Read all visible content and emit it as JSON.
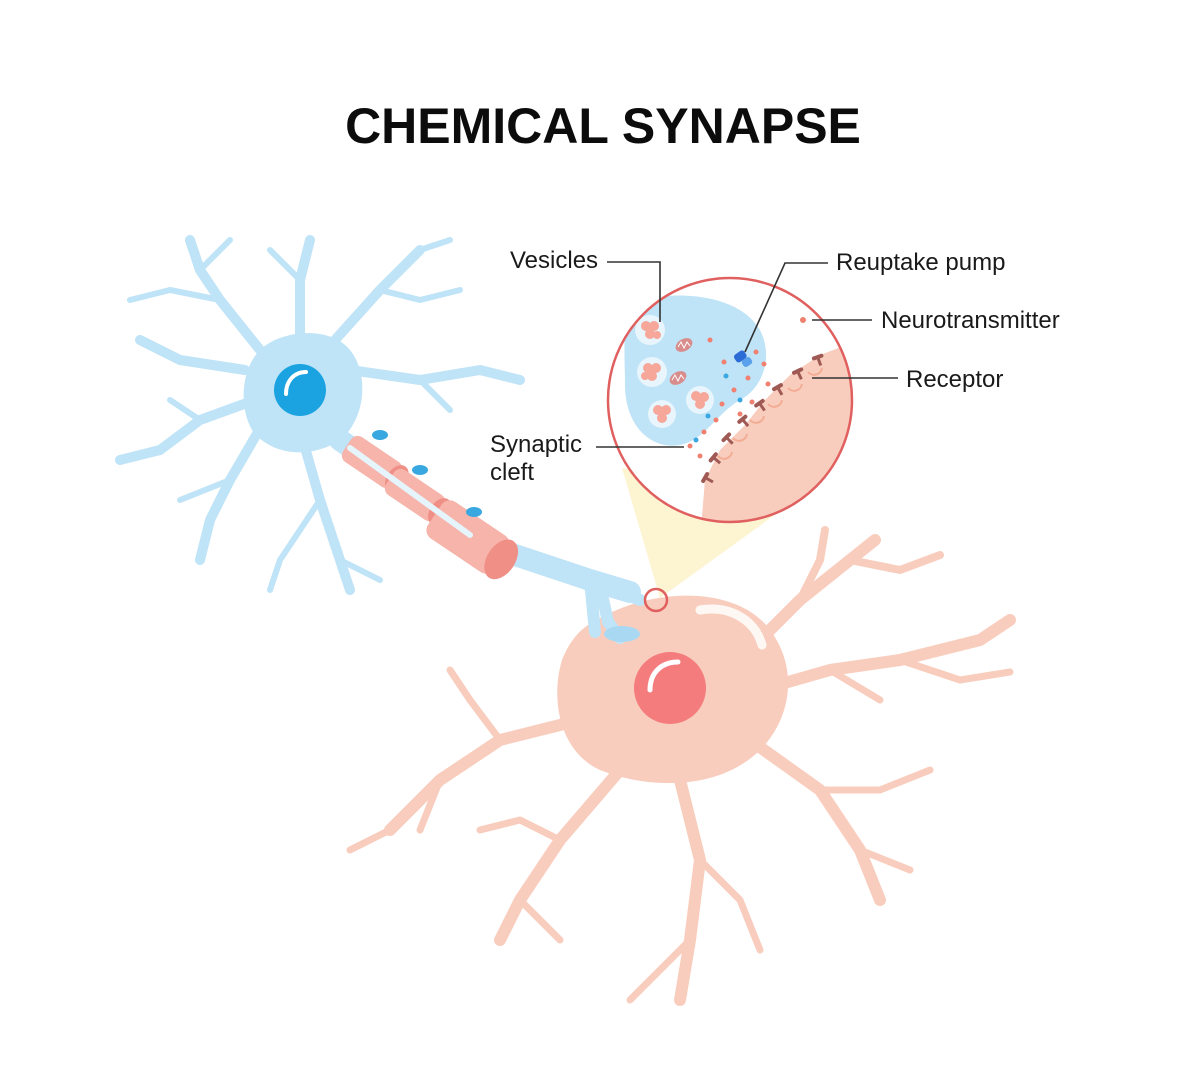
{
  "title": "CHEMICAL SYNAPSE",
  "labels": {
    "vesicles": "Vesicles",
    "reuptake_pump": "Reuptake pump",
    "neurotransmitter": "Neurotransmitter",
    "receptor": "Receptor",
    "synaptic_line1": "Synaptic",
    "synaptic_line2": "cleft"
  },
  "colors": {
    "presynaptic_neuron": "#bfe3f7",
    "presynaptic_nucleus": "#1aa3e0",
    "postsynaptic_neuron": "#f9cdbd",
    "postsynaptic_nucleus": "#f47c7c",
    "myelin": "#f6b4ab",
    "zoom_circle_border": "#e06060",
    "zoom_cone": "#fdf4d2",
    "neurotransmitter_dot": "#f08070",
    "reuptake_pump": "#2b6cd6",
    "receptor": "#a05a55"
  }
}
